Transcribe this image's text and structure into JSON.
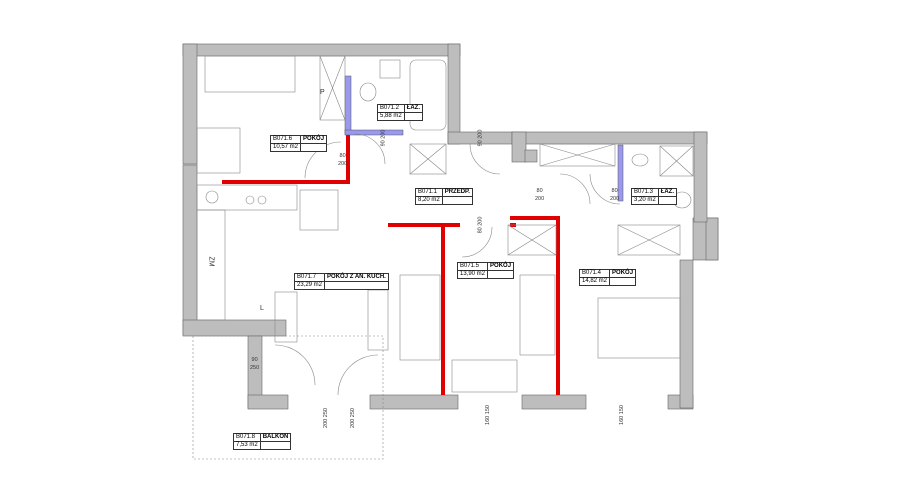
{
  "rooms": [
    {
      "id": "B071.6",
      "name": "POKÓJ",
      "area": "10,57 m2"
    },
    {
      "id": "B071.2",
      "name": "ŁAZ.",
      "area": "5,88 m2"
    },
    {
      "id": "B071.1",
      "name": "PRZEDP.",
      "area": "8,20 m2"
    },
    {
      "id": "B071.7",
      "name": "POKÓJ Z AN. KUCH.",
      "area": "23,29 m2"
    },
    {
      "id": "B071.5",
      "name": "POKÓJ",
      "area": "13,90 m2"
    },
    {
      "id": "B071.3",
      "name": "ŁAZ.",
      "area": "3,20 m2"
    },
    {
      "id": "B071.4",
      "name": "POKÓJ",
      "area": "14,82 m2"
    },
    {
      "id": "B071.8",
      "name": "BALKON",
      "area": "7,53 m2"
    }
  ],
  "doors": [
    {
      "w": "80",
      "h": "200"
    },
    {
      "w": "90",
      "h": "200"
    },
    {
      "w": "90",
      "h": "200"
    },
    {
      "w": "80",
      "h": "200"
    },
    {
      "w": "80",
      "h": "200"
    },
    {
      "w": "80",
      "h": "200"
    },
    {
      "w": "90",
      "h": "250"
    },
    {
      "w": "200",
      "h": "250"
    }
  ],
  "windows": [
    {
      "w": "200",
      "h": "250"
    },
    {
      "w": "160",
      "h": "150"
    },
    {
      "w": "160",
      "h": "150"
    }
  ],
  "marks": {
    "zm": "ZM",
    "l": "L",
    "p": "P"
  },
  "colors": {
    "wall": "#bdbdbd",
    "new_wall": "#e00000",
    "bath_wall": "#9999ee"
  }
}
